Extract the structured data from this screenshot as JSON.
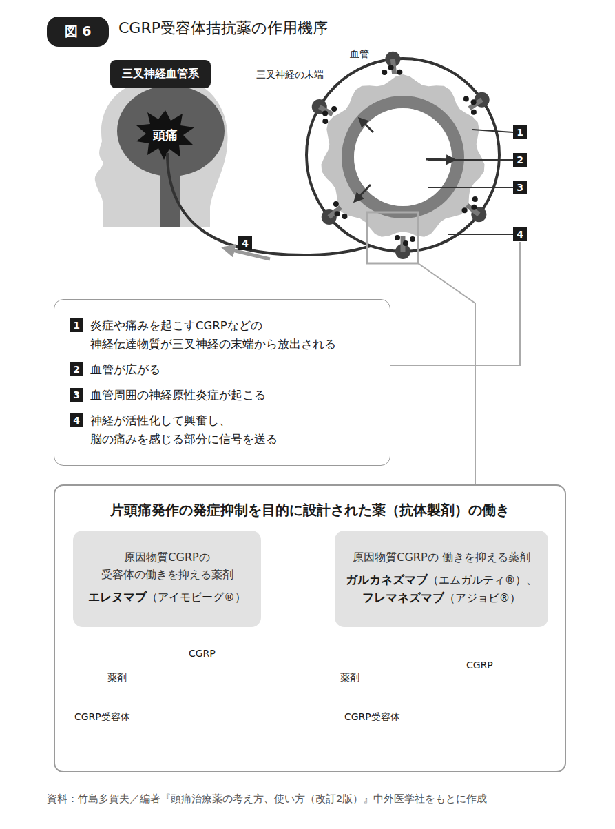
{
  "diagram": {
    "title": "CGRP受容体拮抗薬の作用機序",
    "caption": "資料：竹島多賀夫／編著『頭痛治療薬の考え方、使い方（改訂2版）』中外医学社をもとに作成",
    "nodes": [
      {
        "text": [
          "図 6"
        ]
      },
      {
        "text": [
          "三叉神経血管系"
        ]
      },
      {
        "text": [
          "炎症や痛みを起こすCGRPなどの 神経伝達物質が三叉神経の末端から放出される",
          "血管が広がる",
          "血管周囲の神経原性炎症が起こる",
          "神経が活性化して興奮し、 脳の痛みを感じる部分に信号を送る"
        ]
      },
      {
        "text": [
          "片頭痛発作の発症抑制を目的に設計された薬（抗体製剤）の働き"
        ]
      },
      {
        "text": [
          "原因物質CGRPの 受容体の働きを抑える薬剤",
          "エレヌマブ",
          "（アイモビーグ®）"
        ],
        "in": 3
      },
      {
        "text": [
          "原因物質CGRPの 働きを抑える薬剤",
          "ガルカネズマブ",
          "（エムガルティ®）、",
          "フレマネズマブ",
          "（アジョビ®）"
        ],
        "in": 3
      }
    ],
    "labels": [
      "頭痛",
      "三叉神経の末端",
      "血管",
      "1",
      "2",
      "3",
      "4",
      "4",
      "1",
      "2",
      "3",
      "4",
      "CGRP",
      "薬剤",
      "CGRP受容体",
      "薬剤",
      "CGRP",
      "CGRP受容体"
    ]
  }
}
